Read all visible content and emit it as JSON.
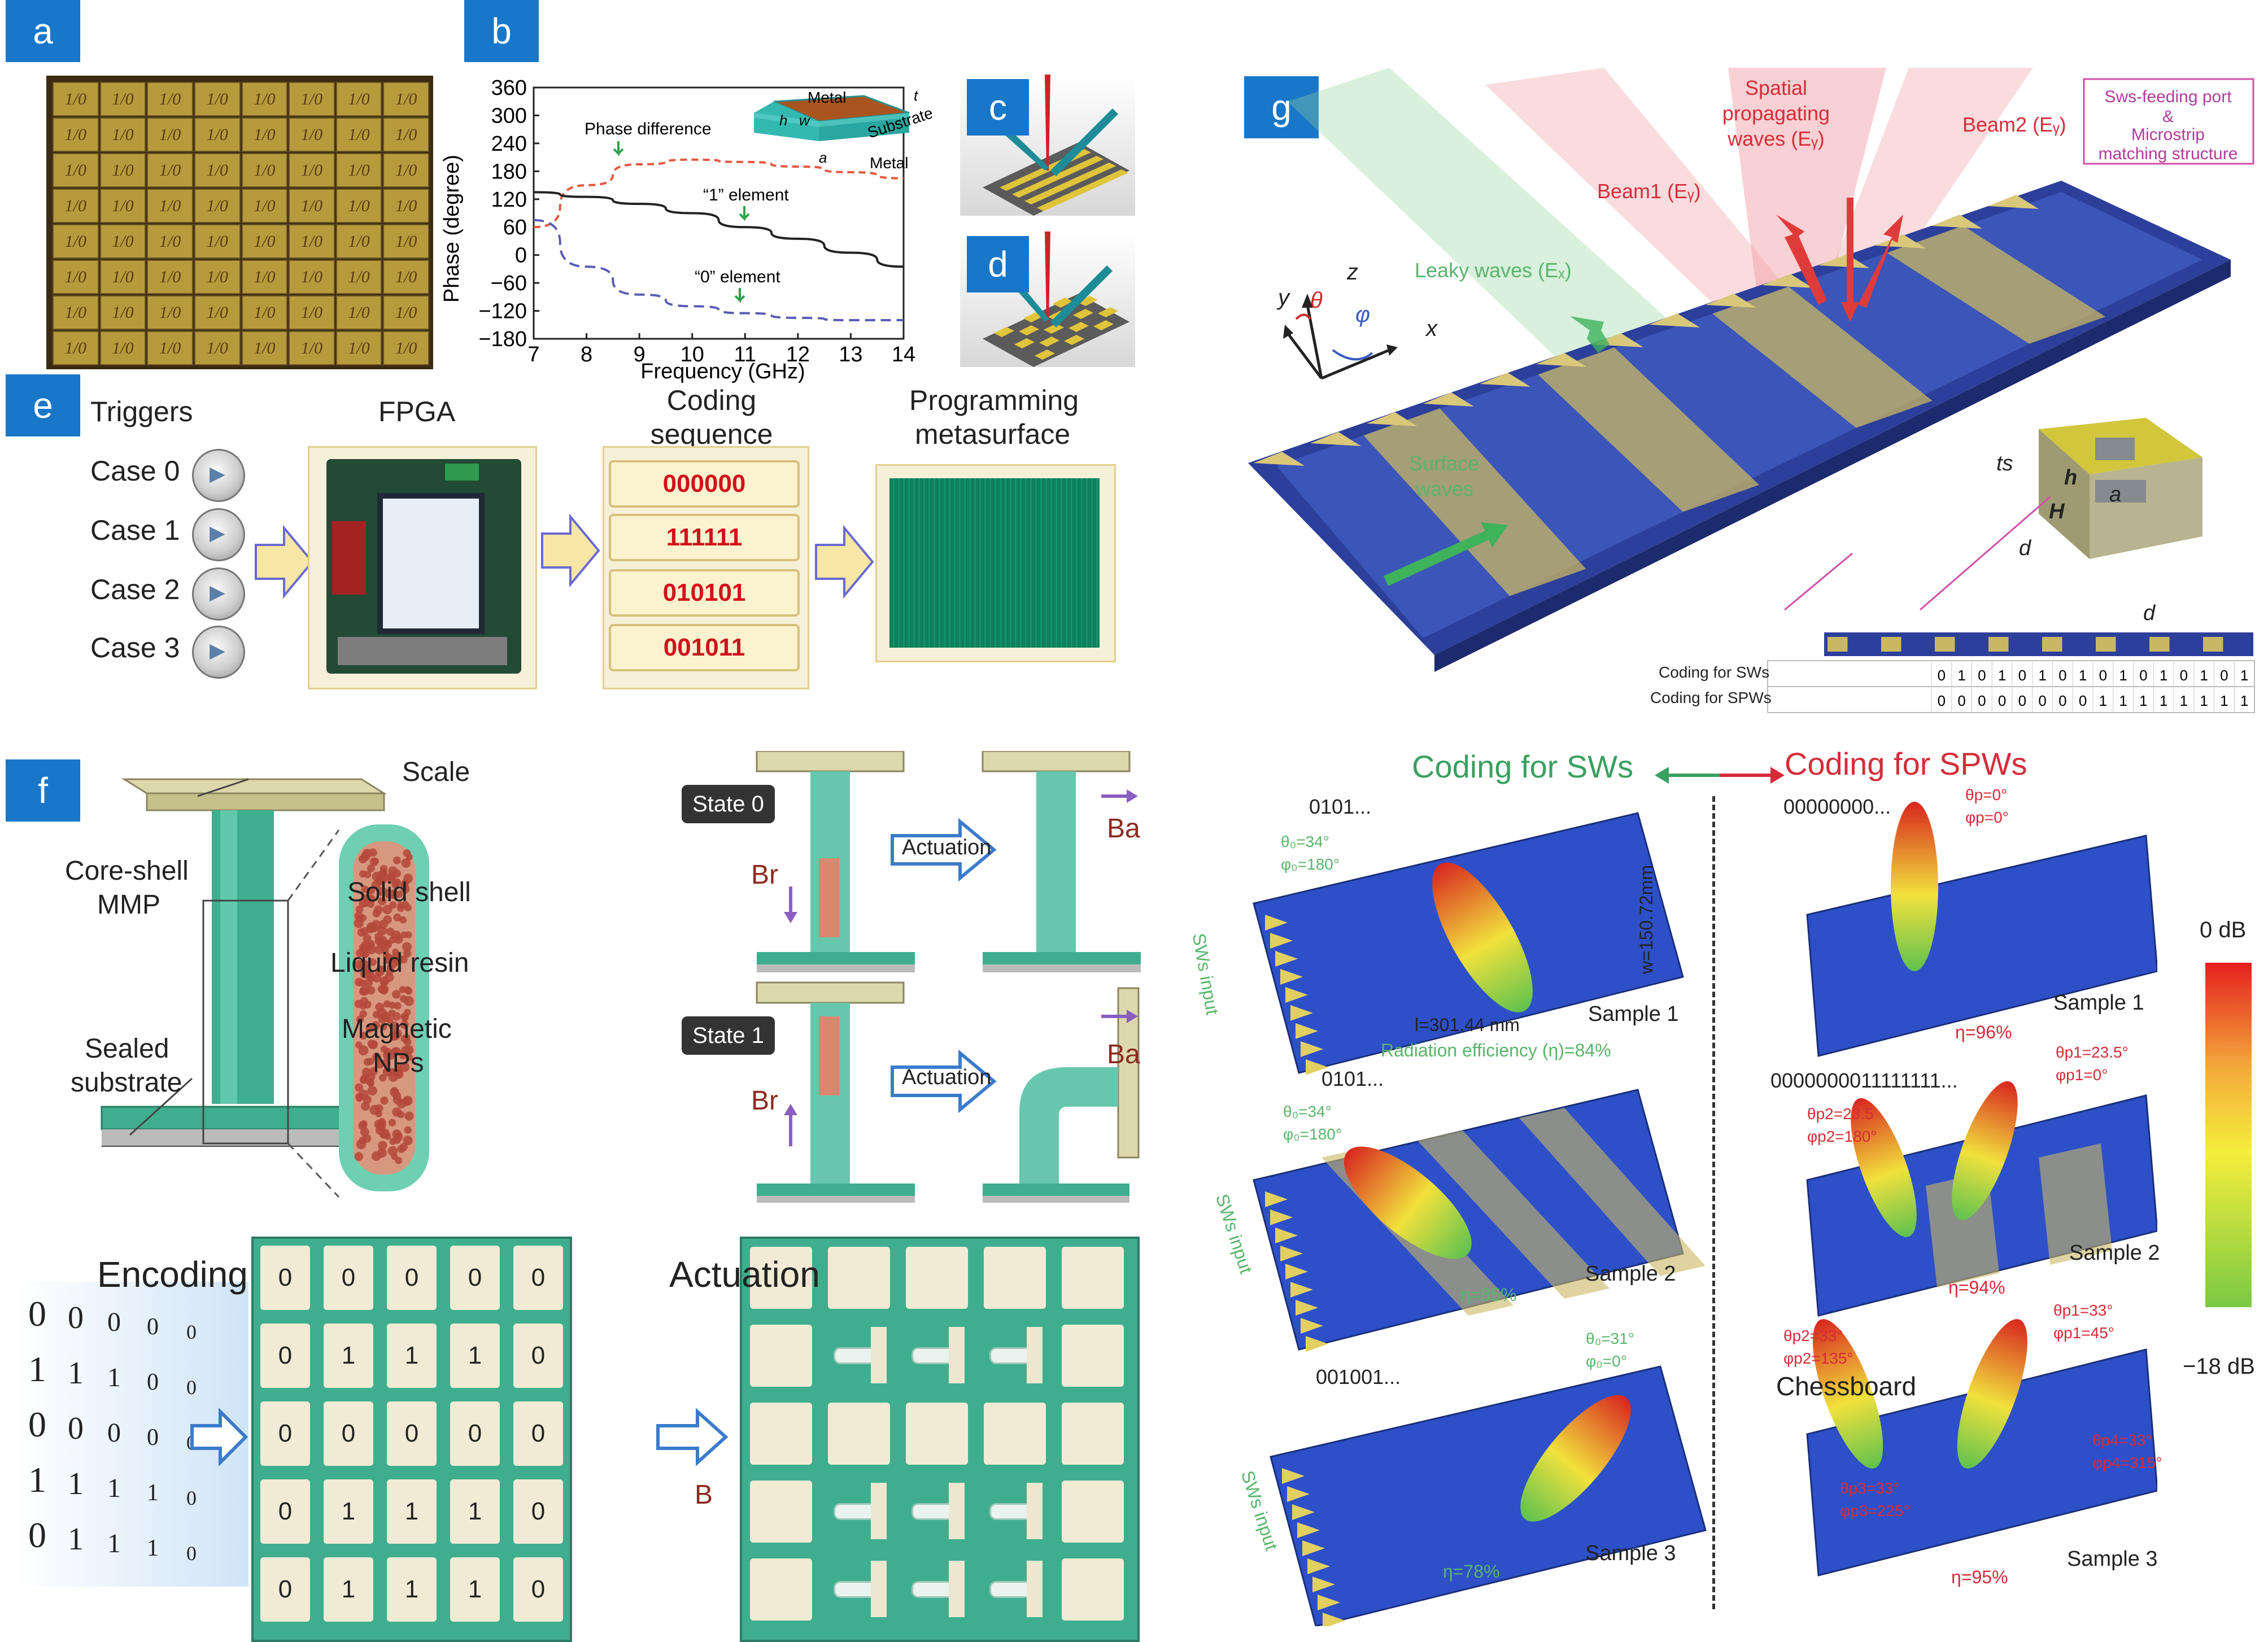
{
  "panels": {
    "a": "a",
    "b": "b",
    "c": "c",
    "d": "d",
    "e": "e",
    "f": "f",
    "g": "g"
  },
  "panel_a": {
    "tile_text": "1/0"
  },
  "chart_b": {
    "chart_data": {
      "type": "line",
      "x": [
        7,
        8,
        9,
        10,
        11,
        12,
        13,
        14
      ],
      "series": [
        {
          "name": "Phase difference",
          "values": [
            60,
            150,
            195,
            205,
            200,
            190,
            178,
            165
          ]
        },
        {
          "name": "“1” element",
          "values": [
            135,
            125,
            110,
            90,
            60,
            35,
            5,
            -25
          ]
        },
        {
          "name": "“0” element",
          "values": [
            75,
            -25,
            -85,
            -110,
            -125,
            -135,
            -140,
            -140
          ]
        }
      ],
      "xlabel": "Frequency (GHz)",
      "ylabel": "Phase (degree)",
      "xlim": [
        7,
        14
      ],
      "ylim": [
        -180,
        360
      ],
      "xticks": [
        "7",
        "8",
        "9",
        "10",
        "11",
        "12",
        "13",
        "14"
      ],
      "yticks": [
        "360",
        "300",
        "240",
        "180",
        "120",
        "60",
        "0",
        "−60",
        "−120",
        "−180"
      ],
      "annotations": [
        "Phase difference",
        "“1” element",
        "“0” element"
      ],
      "colors": {
        "phase": "#e2583e",
        "one": "#222222",
        "zero": "#5b5bb4"
      }
    },
    "inset": {
      "metal_top": "Metal",
      "t": "t",
      "h": "h",
      "w": "w",
      "a": "a",
      "substrate": "Substrate",
      "metal_bottom": "Metal"
    }
  },
  "panel_e": {
    "triggers": "Triggers",
    "fpga": "FPGA",
    "coding_sequence": [
      "Coding",
      "sequence"
    ],
    "programming_metasurface": [
      "Programming",
      "metasurface"
    ],
    "cases": [
      "Case 0",
      "Case 1",
      "Case 2",
      "Case 3"
    ],
    "codes": [
      "000000",
      "111111",
      "010101",
      "001011"
    ]
  },
  "panel_f": {
    "scale": "Scale",
    "core_shell": [
      "Core-shell",
      "MMP"
    ],
    "sealed_substrate": [
      "Sealed",
      "substrate"
    ],
    "solid_shell": "Solid shell",
    "liquid_resin": "Liquid resin",
    "magnetic_nps": [
      "Magnetic",
      "NPs"
    ],
    "state0": "State 0",
    "state1": "State 1",
    "actuation": "Actuation",
    "ba": "Ba",
    "br": "Br",
    "encoding": "Encoding",
    "actuation_big": "Actuation",
    "b": "B",
    "encoding_matrix": [
      [
        "0",
        "0",
        "0",
        "0",
        "0"
      ],
      [
        "0",
        "1",
        "1",
        "1",
        "0"
      ],
      [
        "0",
        "0",
        "0",
        "0",
        "0"
      ],
      [
        "0",
        "1",
        "1",
        "1",
        "0"
      ],
      [
        "0",
        "1",
        "1",
        "1",
        "0"
      ]
    ],
    "binary_columns": [
      [
        "0",
        "1",
        "0",
        "1",
        "0"
      ],
      [
        "0",
        "1",
        "0",
        "1",
        "1"
      ],
      [
        "0",
        "1",
        "0",
        "1",
        "1"
      ],
      [
        "0",
        "0",
        "0",
        "1",
        "1"
      ],
      [
        "0",
        "0",
        "0",
        "0",
        "0"
      ]
    ]
  },
  "panel_g": {
    "spatial": [
      "Spatial",
      "propagating",
      "waves (Eᵧ)"
    ],
    "beam1": "Beam1 (Eᵧ)",
    "beam2": "Beam2 (Eᵧ)",
    "sws_feeding": [
      "Sws-feeding port",
      "&",
      "Microstrip",
      "matching structure"
    ],
    "leaky": "Leaky waves (Eₓ)",
    "surface": [
      "Surface",
      "waves"
    ],
    "axes": {
      "y": "y",
      "z": "z",
      "x": "x",
      "theta": "θ",
      "phi": "φ"
    },
    "unit_cell": {
      "ts": "ts",
      "h": "h",
      "H": "H",
      "a": "a",
      "d1": "d",
      "d2": "d"
    },
    "coding_sws_label": "Coding for SWs",
    "coding_spws_label": "Coding for SPWs",
    "coding_sws": [
      "0",
      "1",
      "0",
      "1",
      "0",
      "1",
      "0",
      "1",
      "0",
      "1",
      "0",
      "1",
      "0",
      "1",
      "0",
      "1"
    ],
    "coding_spws": [
      "0",
      "0",
      "0",
      "0",
      "0",
      "0",
      "0",
      "0",
      "1",
      "1",
      "1",
      "1",
      "1",
      "1",
      "1",
      "1"
    ]
  },
  "panel_h": {
    "title_sws": "Coding for SWs",
    "title_spws": "Coding for SPWs",
    "left": [
      {
        "code": "0101...",
        "theta": "θ₀=34°",
        "phi": "φ₀=180°",
        "sample": "Sample 1",
        "eta": "Radiation efficiency (η)=84%",
        "length": "l=301.44 mm",
        "width": "w=150.72mm",
        "input": "SWs input"
      },
      {
        "code": "0101...",
        "theta": "θ₀=34°",
        "phi": "φ₀=180°",
        "sample": "Sample 2",
        "eta": "η=85%",
        "input": "SWs input"
      },
      {
        "code": "001001...",
        "theta": "θ₀=31°",
        "phi": "φ₀=0°",
        "sample": "Sample 3",
        "eta": "η=78%",
        "input": "SWs input"
      }
    ],
    "right": [
      {
        "code": "00000000...",
        "a1": "θp=0°",
        "a2": "φp=0°",
        "sample": "Sample 1",
        "eta": "η=96%"
      },
      {
        "code": "0000000011111111...",
        "a1": "θp1=23.5°",
        "a2": "φp1=0°",
        "b1": "θp2=23.5",
        "b2": "φp2=180°",
        "sample": "Sample 2",
        "eta": "η=94%"
      },
      {
        "code": "Chessboard",
        "a1": "θp1=33°",
        "a2": "φp1=45°",
        "b1": "θp2=33°",
        "b2": "φp2=135°",
        "c1": "θp3=33°",
        "c2": "φp3=225°",
        "d1": "θp4=33°",
        "d2": "φp4=315°",
        "sample": "Sample 3",
        "eta": "η=95%"
      }
    ],
    "colorbar_top": "0 dB",
    "colorbar_bottom": "−18 dB"
  },
  "colors": {
    "tag_blue": "#1877c9",
    "teal": "#3fae8f",
    "red_code": "#d0121b",
    "green_text": "#3aa060",
    "red_text": "#d62c3a",
    "board_blue": "#2c3f9a",
    "board_gold": "#c9b762"
  }
}
